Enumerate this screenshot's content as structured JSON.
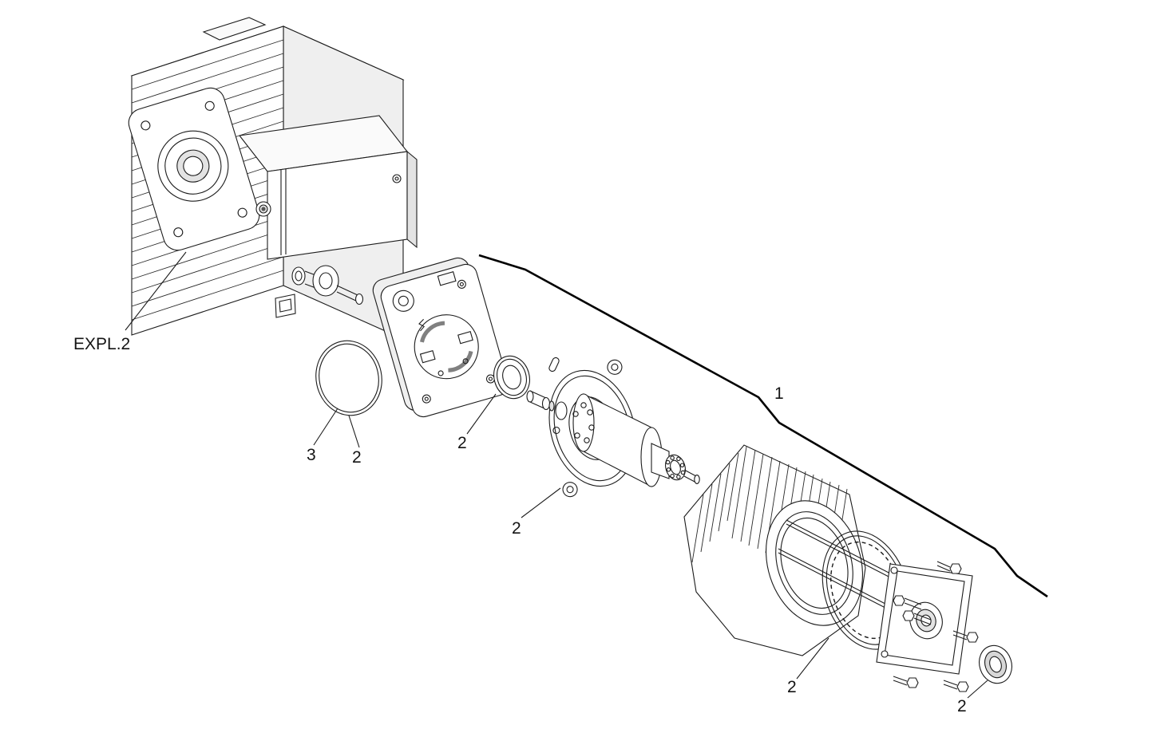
{
  "document": {
    "type": "exploded-parts-diagram",
    "background": "#ffffff"
  },
  "diagram": {
    "labels": [
      {
        "id": "ref-expl-2",
        "text": "EXPL.2",
        "target": "gearbox-assembly"
      },
      {
        "id": "callout-1",
        "text": "1",
        "target": "motor-assembly"
      },
      {
        "id": "callout-3",
        "text": "3",
        "target": "o-ring-large"
      },
      {
        "id": "callout-2-oring",
        "text": "2",
        "target": "o-ring-large"
      },
      {
        "id": "callout-2-seal",
        "text": "2",
        "target": "seal-ring-front"
      },
      {
        "id": "callout-2-cover",
        "text": "2",
        "target": "front-cover"
      },
      {
        "id": "callout-2-gasket",
        "text": "2",
        "target": "gasket-ring"
      },
      {
        "id": "callout-2-rearseal",
        "text": "2",
        "target": "seal-ring-rear"
      }
    ],
    "colors": {
      "line": "#1c1c1c",
      "bold_line": "#000000",
      "shade_light": "#efefef",
      "shade_mid": "#dcdcdc"
    }
  }
}
